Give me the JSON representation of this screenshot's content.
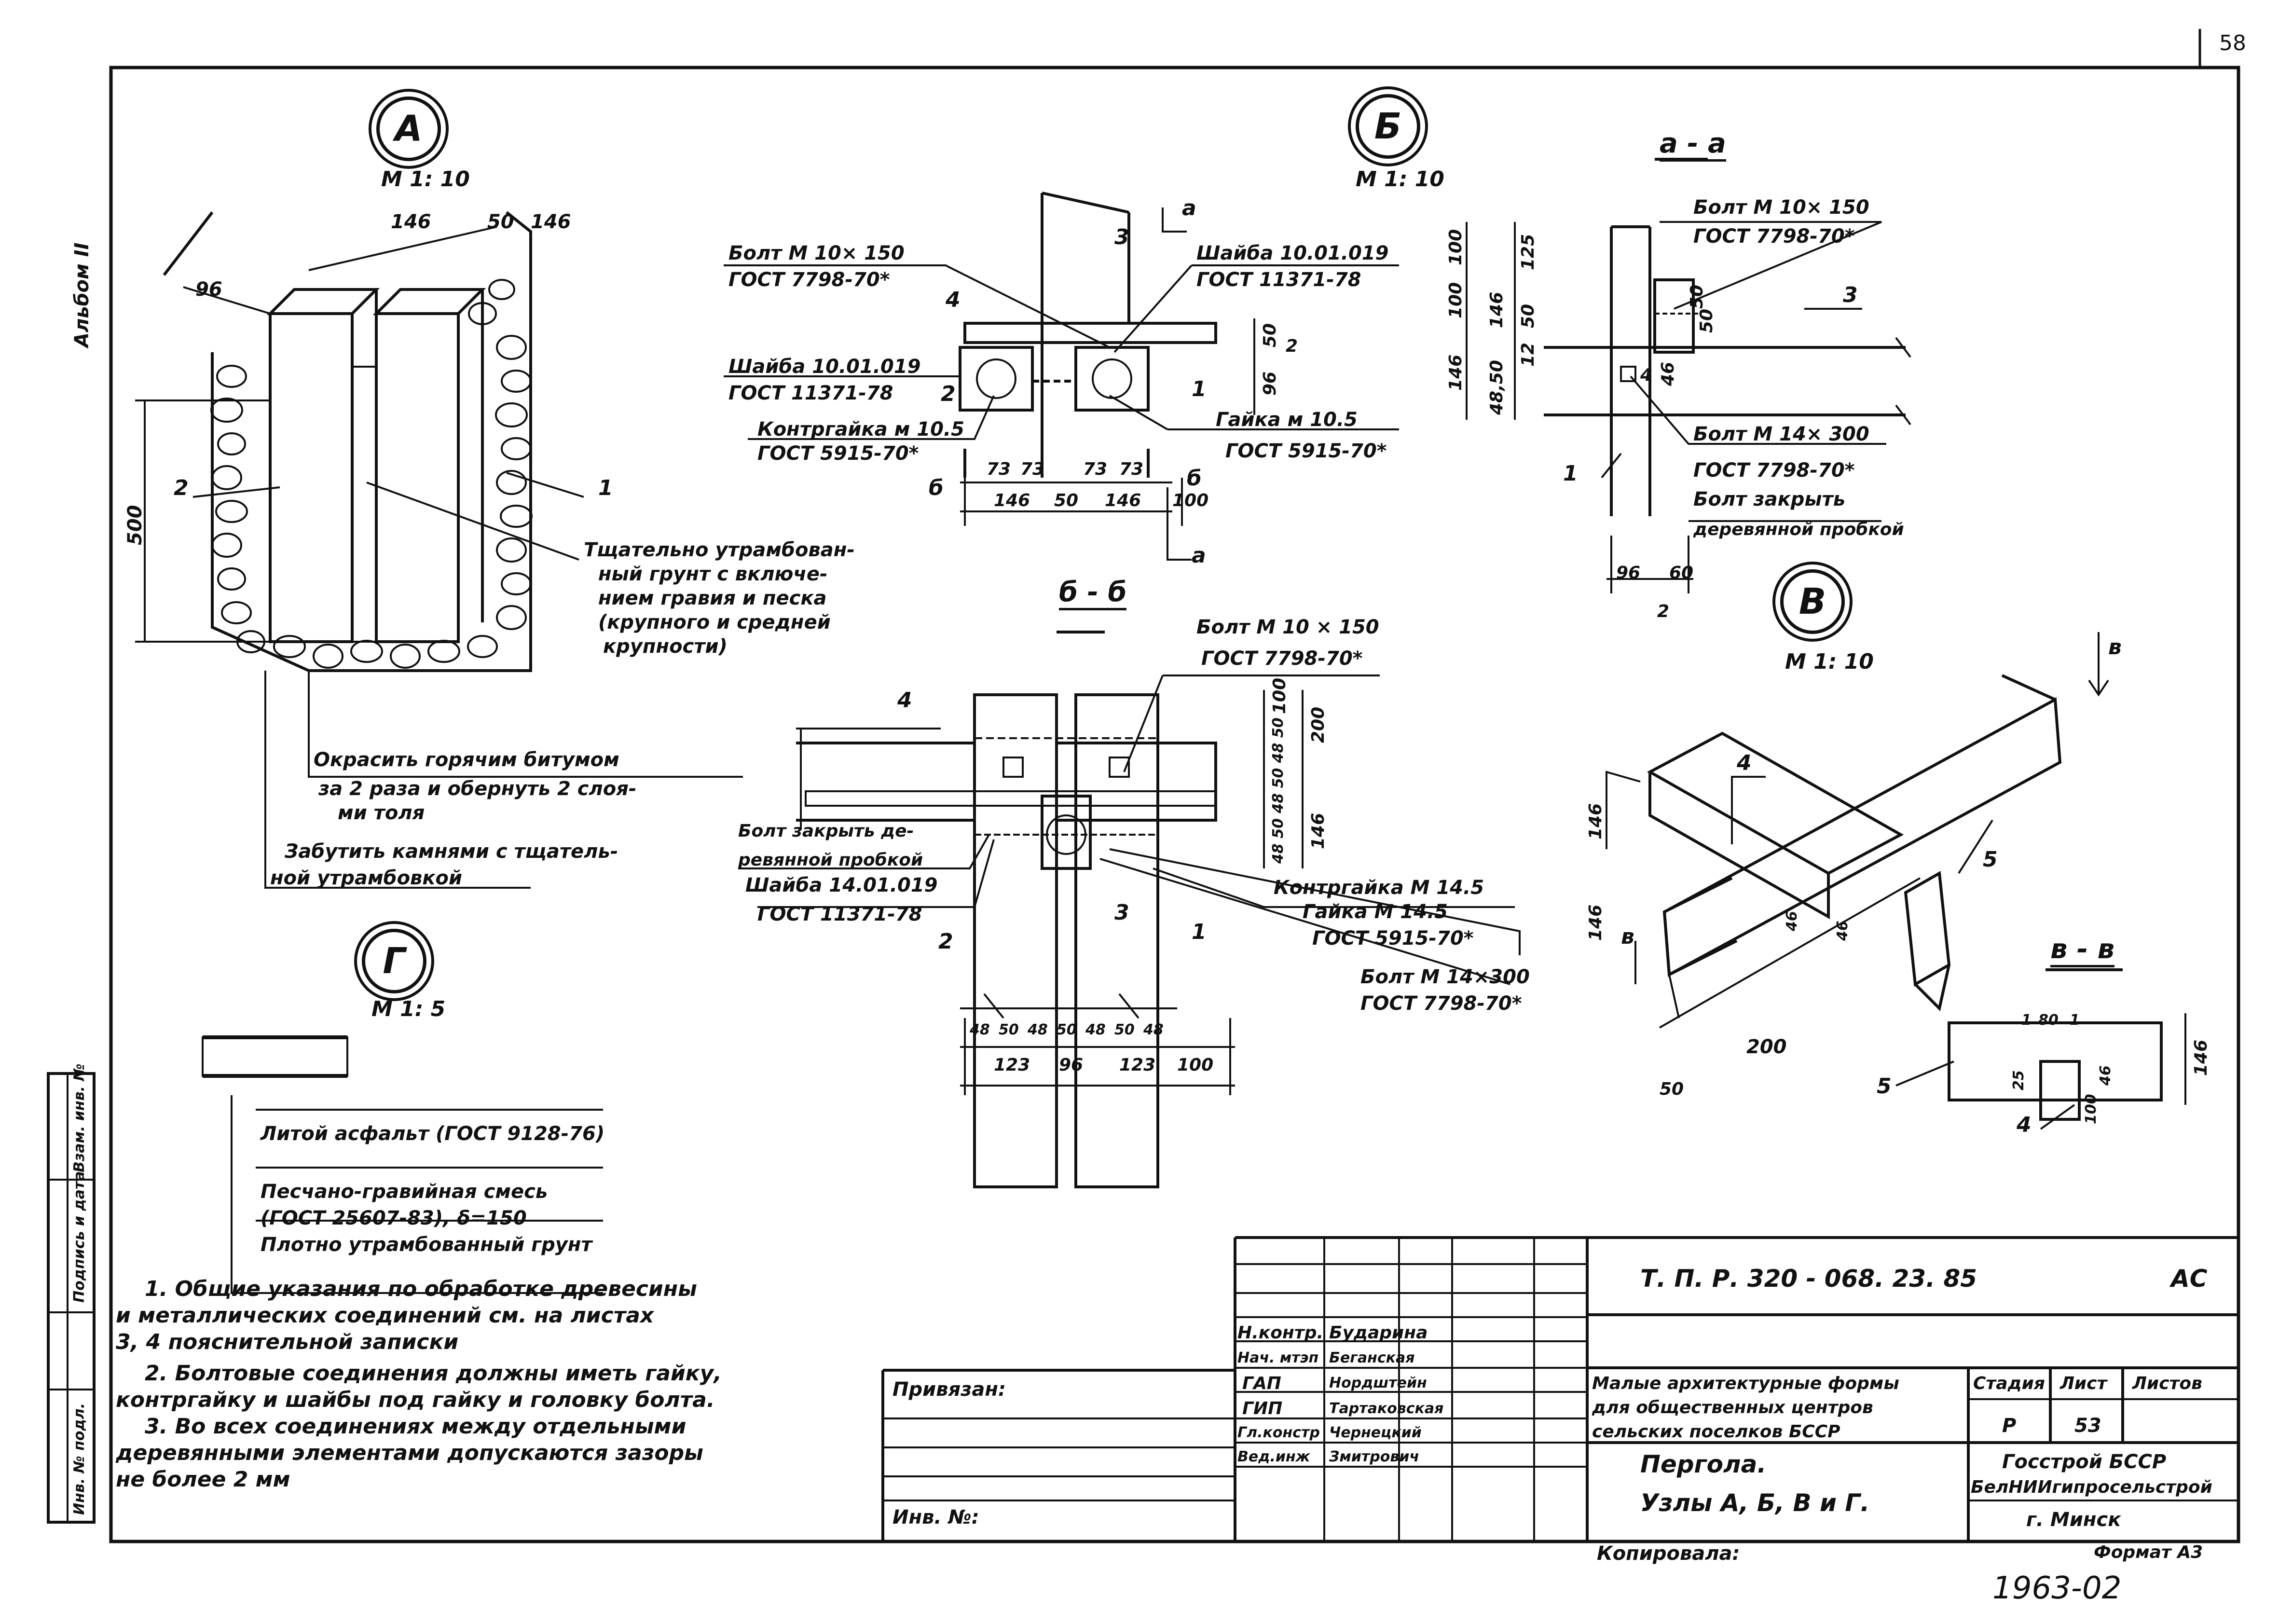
{
  "sheet_corner": "58",
  "album_label": "Альбом II",
  "nodes": {
    "A": {
      "letter": "А",
      "scale": "М 1: 10"
    },
    "B": {
      "letter": "Б",
      "scale": "М 1: 10"
    },
    "V": {
      "letter": "В",
      "scale": "М 1: 10"
    },
    "G": {
      "letter": "Г",
      "scale": "М 1: 5"
    }
  },
  "section_titles": {
    "aa": "а - а",
    "bb": "б - б",
    "vv": "в - в"
  },
  "node_a": {
    "dims": {
      "d146a": "146",
      "d50": "50",
      "d146b": "146",
      "d96": "96",
      "d500": "500"
    },
    "parts": {
      "p1": "1",
      "p2": "2"
    },
    "notes": {
      "ground": [
        "Тщательно утрамбован-",
        "ный грунт с включе-",
        "нием гравия и песка",
        "(крупного и средней",
        "крупности)"
      ],
      "bitumen": [
        "Окрасить горячим битумом",
        "за 2 раза и обернуть 2 слоя-",
        "ми толя"
      ],
      "stones": [
        "Забутить камнями с тщатель-",
        "ной утрамбовкой"
      ]
    }
  },
  "node_b": {
    "callouts": {
      "bolt": [
        "Болт  М 10× 150",
        "ГОСТ  7798-70*"
      ],
      "washer_left": [
        "Шайба 10.01.019",
        "ГОСТ  11371-78"
      ],
      "locknut": [
        "Контргайка  м 10.5",
        "ГОСТ  5915-70*"
      ],
      "washer_right": [
        "Шайба 10.01.019",
        "ГОСТ 11371-78"
      ],
      "nut": [
        "Гайка  м 10.5",
        "ГОСТ  5915-70*"
      ]
    },
    "parts": {
      "p1": "1",
      "p2": "2",
      "p3": "3",
      "p4": "4"
    },
    "cut": {
      "a_top": "а",
      "a_bot": "а",
      "b_left": "б",
      "b_right": "б"
    },
    "dims": {
      "d50": "50",
      "d96": "96",
      "d2": "2",
      "d73a": "73",
      "d73b": "73",
      "d73c": "73",
      "d73d": "73",
      "d146a": "146",
      "d50b": "50",
      "d146b": "146",
      "d100": "100"
    }
  },
  "section_aa": {
    "callouts": {
      "bolt1": [
        "Болт  М 10× 150",
        "ГОСТ  7798-70*"
      ],
      "bolt2": [
        "Болт  М 14× 300",
        "ГОСТ  7798-70*"
      ],
      "plug": [
        "Болт  закрыть",
        "деревянной пробкой"
      ]
    },
    "parts": {
      "p1": "1",
      "p3": "3"
    },
    "dims": {
      "d100a": "100",
      "d100b": "100",
      "d146": "146",
      "d125": "125",
      "d146b": "146",
      "d50": "50",
      "d12": "12",
      "d4850": "48,50",
      "d50b": "50",
      "d50c": "50",
      "d46": "46",
      "d46b": "4",
      "d96": "96",
      "d60": "60",
      "d2": "2"
    }
  },
  "section_bb": {
    "callouts": {
      "bolt": [
        "Болт  М 10 × 150",
        "ГОСТ  7798-70*"
      ],
      "plug": [
        "Болт  закрыть  де-",
        "ревянной  пробкой"
      ],
      "washer": [
        "Шайба 14.01.019",
        "ГОСТ  11371-78"
      ],
      "locknut": [
        "Контргайка  М 14.5"
      ],
      "nut": [
        "Гайка  М 14.5",
        "ГОСТ  5915-70*"
      ],
      "bolt2": [
        "Болт  М 14×300",
        "ГОСТ  7798-70*"
      ]
    },
    "parts": {
      "p1": "1",
      "p2": "2",
      "p3": "3",
      "p4": "4"
    },
    "dims": {
      "d100": "100",
      "d200": "200",
      "d146": "146",
      "vert_small": "48 50 48 50 48 50",
      "bottom_small": [
        "48",
        "50",
        "48",
        "50",
        "48",
        "50",
        "48"
      ],
      "d123a": "123",
      "d96": "96",
      "d123b": "123",
      "d100b": "100"
    }
  },
  "node_v": {
    "parts": {
      "p4": "4",
      "p5": "5"
    },
    "dims": {
      "d146a": "146",
      "d146b": "146",
      "d46a": "46",
      "d46b": "46",
      "d200": "200",
      "d50": "50"
    },
    "cut": {
      "v_top": "в",
      "v_bot": "в"
    }
  },
  "section_vv": {
    "parts": {
      "p4": "4",
      "p5": "5"
    },
    "dims": {
      "d1": "1",
      "d80": "80",
      "d1b": "1",
      "d25": "25",
      "d100": "100",
      "d46": "46",
      "d146": "146"
    }
  },
  "node_g": {
    "layers": [
      "Литой асфальт (ГОСТ 9128-76)",
      "Песчано-гравийная смесь",
      "(ГОСТ 25607-83), δ=150",
      "Плотно утрамбованный грунт"
    ]
  },
  "general_notes": [
    "1. Общие указания по обработке древесины",
    "и металлических соединений см. на листах",
    "3, 4  пояснительной записки",
    "2. Болтовые соединения должны иметь гайку,",
    "контргайку и шайбы под гайку и головку болта.",
    "3. Во всех соединениях между отдельными",
    "деревянными элементами допускаются зазоры",
    "не более  2 мм"
  ],
  "stamp": {
    "doc_code": "Т. П. Р.  320 - 068. 23. 85",
    "doc_mark": "АС",
    "roles": [
      {
        "role": "Н.контр.",
        "name": "Бударина"
      },
      {
        "role": "Нач. мтэп",
        "name": "Беганская"
      },
      {
        "role": "ГАП",
        "name": "Нордштейн"
      },
      {
        "role": "ГИП",
        "name": "Тартаковская"
      },
      {
        "role": "Гл.констр",
        "name": "Чернецкий"
      },
      {
        "role": "Вед.инж",
        "name": "Змитрович"
      }
    ],
    "bound": "Привязан:",
    "inv": "Инв. №:",
    "title_lines": [
      "Малые архитектурные формы",
      "для общественных центров",
      "сельских поселков БССР"
    ],
    "stage_h": "Стадия",
    "sheet_h": "Лист",
    "sheets_h": "Листов",
    "stage": "Р",
    "sheet": "53",
    "drawing_title": "Пергола.",
    "drawing_sub": "Узлы  А, Б, В  и  Г.",
    "org": [
      "Госстрой  БССР",
      "БелНИИгипросельстрой",
      "г. Минск"
    ],
    "copied": "Копировала:",
    "format": "Формат А3",
    "bottom_num": "1963-02"
  },
  "side_stamp": [
    "Взам. инв. №",
    "Подпись и дата",
    "Инв. № подл."
  ]
}
